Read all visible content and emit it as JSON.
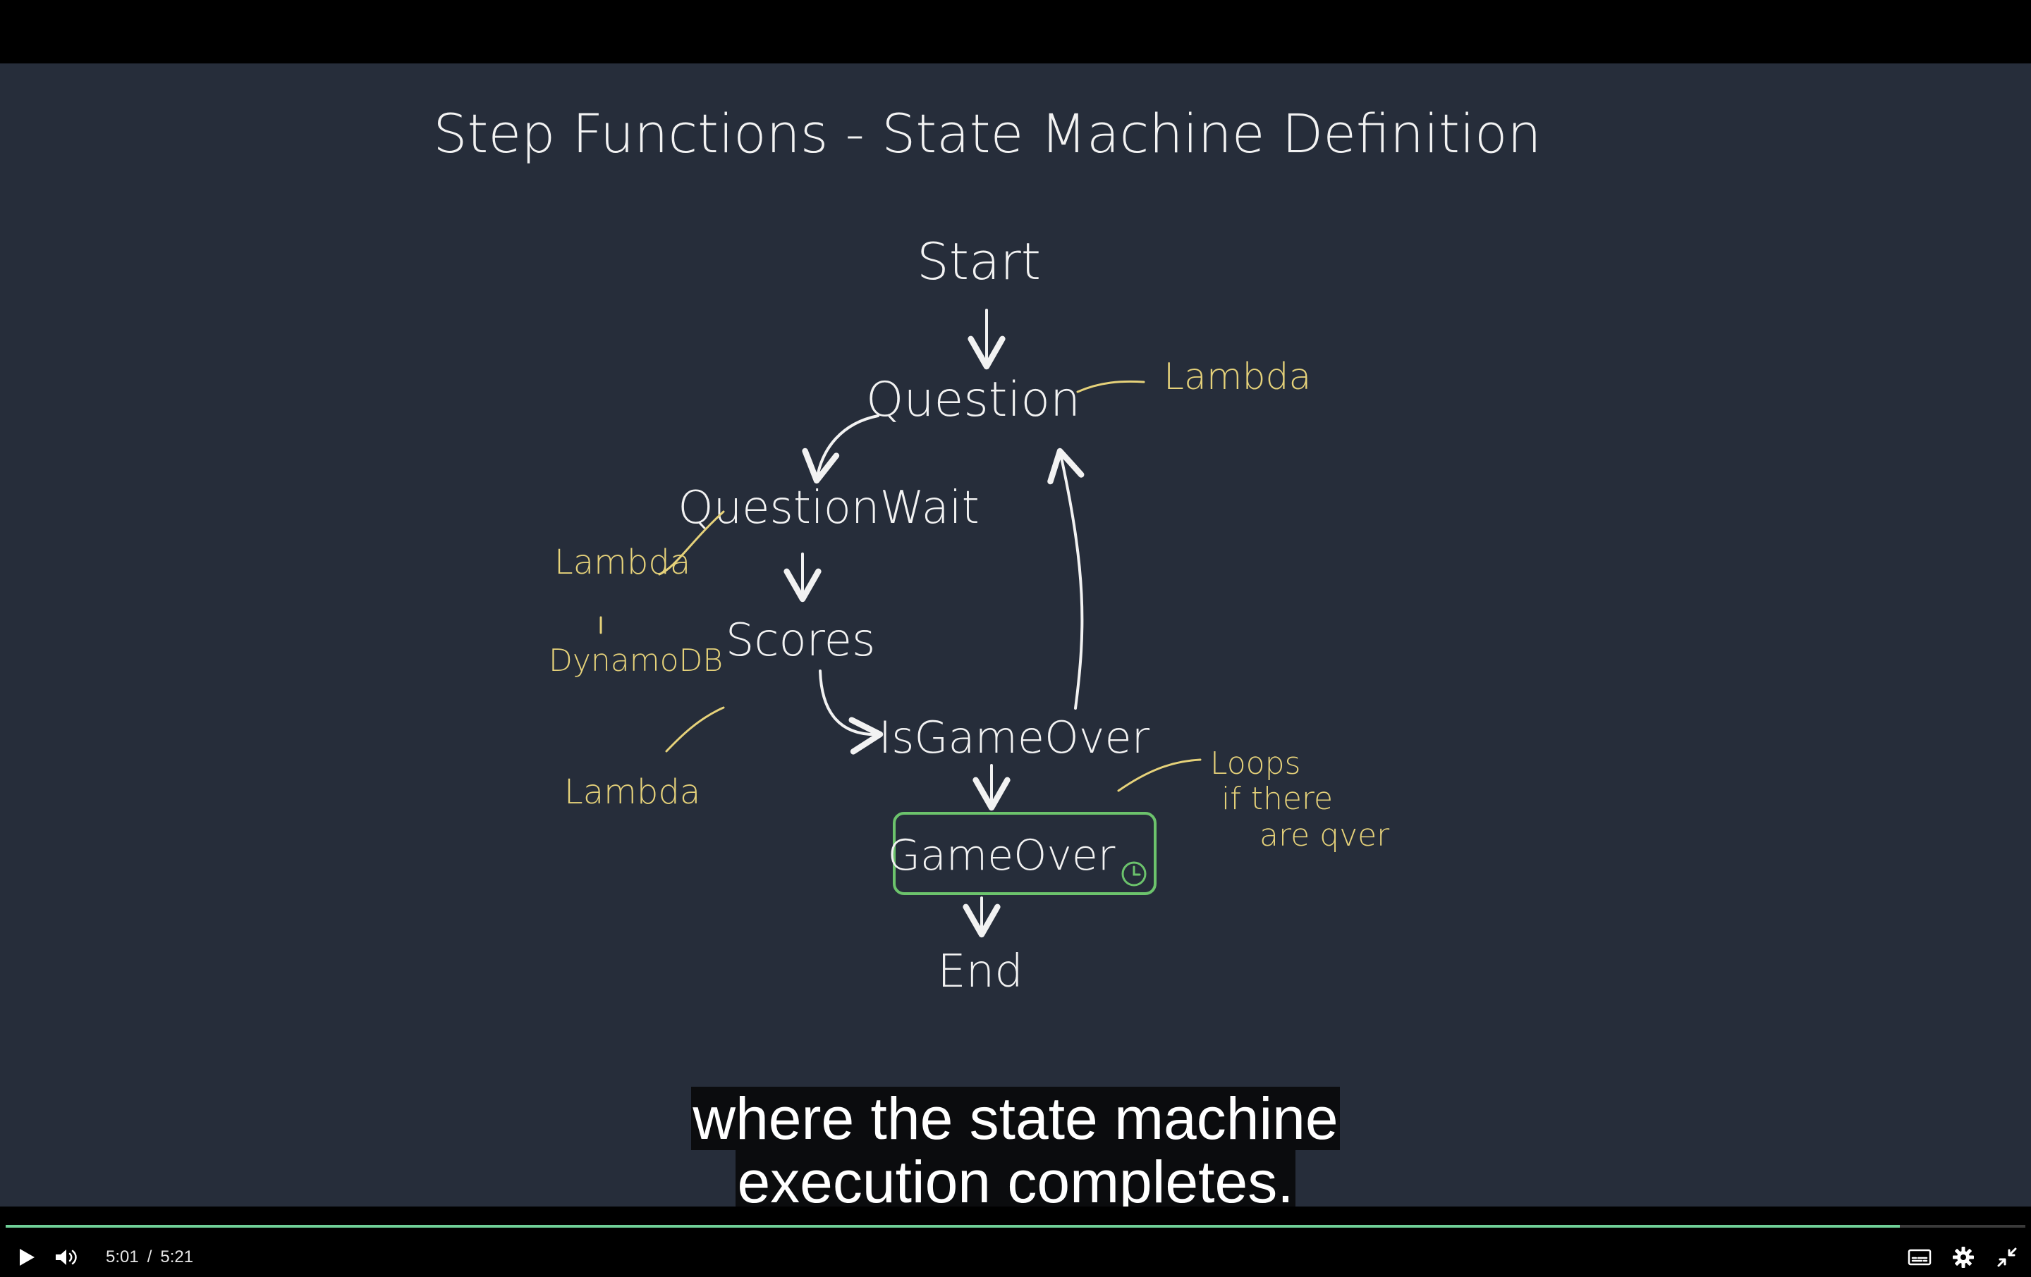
{
  "whiteboard": {
    "title": "Step Functions - State Machine Definition",
    "states": {
      "start": "Start",
      "question": "Question",
      "question_wait": "QuestionWait",
      "scores": "Scores",
      "is_game_over": "IsGameOver",
      "game_over": "GameOver",
      "end": "End"
    },
    "annotations": {
      "question_lambda": "Lambda",
      "question_wait_lambda": "Lambda",
      "question_wait_dynamodb": "DynamoDB",
      "scores_lambda": "Lambda",
      "loops_line1": "Loops",
      "loops_line2": "if there",
      "loops_line3": "are qver"
    },
    "colors": {
      "background": "#262d3a",
      "chalk": "#f2f2f2",
      "note": "#e6d27a",
      "highlight_box": "#6cc36c"
    }
  },
  "captions": {
    "line1": "where the state machine",
    "line2": "execution completes."
  },
  "player": {
    "current_time": "5:01",
    "separator": "/",
    "duration": "5:21",
    "progress_fraction": 0.9377,
    "icons": {
      "play": "play-icon",
      "volume": "volume-icon",
      "captions": "captions-icon",
      "settings": "gear-icon",
      "exit_fullscreen": "exit-fullscreen-icon"
    },
    "accent_color": "#6fcf97"
  }
}
